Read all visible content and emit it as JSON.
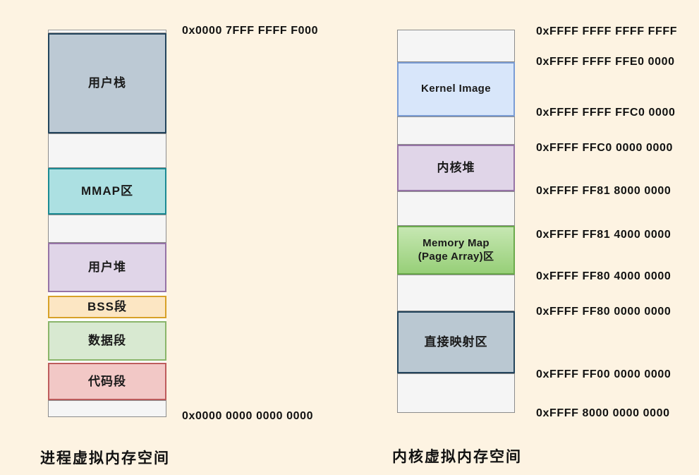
{
  "page": {
    "background_color": "#FDF3E2",
    "text_color": "#111111"
  },
  "process_space": {
    "caption": "进程虚拟内存空间",
    "top_address": "0x0000 7FFF FFFF F000",
    "bottom_address": "0x0000 0000 0000 0000",
    "segments": [
      {
        "name": "user-stack",
        "label": "用户栈",
        "fill": "#BCC9D4",
        "border": "#23445C"
      },
      {
        "name": "mmap-area",
        "label": "MMAP区",
        "fill": "#ACE0E2",
        "border": "#1B8A93"
      },
      {
        "name": "user-heap",
        "label": "用户堆",
        "fill": "#E0D5E8",
        "border": "#9673A6"
      },
      {
        "name": "bss-segment",
        "label": "BSS段",
        "fill": "#FCE6C3",
        "border": "#D7A128"
      },
      {
        "name": "data-segment",
        "label": "数据段",
        "fill": "#D8E9D1",
        "border": "#8AB56A"
      },
      {
        "name": "code-segment",
        "label": "代码段",
        "fill": "#F2C8C6",
        "border": "#BD5C5C"
      }
    ]
  },
  "kernel_space": {
    "caption": "内核虚拟内存空间",
    "segments": [
      {
        "name": "kernel-image",
        "label": "Kernel Image",
        "fill": "#D8E6FA",
        "border": "#7A9CD4"
      },
      {
        "name": "kernel-heap",
        "label": "内核堆",
        "fill": "#E0D5E8",
        "border": "#9673A6"
      },
      {
        "name": "memory-map-page-array",
        "label_line1": "Memory Map",
        "label_line2": "(Page Array)区",
        "fill_top": "#C6E7B2",
        "fill_bottom": "#97CF78",
        "border": "#6BAA4C"
      },
      {
        "name": "direct-mapping-area",
        "label": "直接映射区",
        "fill": "#BAC8D2",
        "border": "#23445C"
      }
    ],
    "addresses": [
      "0xFFFF FFFF FFFF FFFF",
      "0xFFFF FFFF FFE0 0000",
      "0xFFFF FFFF FFC0 0000",
      "0xFFFF FFC0 0000 0000",
      "0xFFFF FF81 8000 0000",
      "0xFFFF FF81 4000 0000",
      "0xFFFF FF80 4000 0000",
      "0xFFFF FF80 0000 0000",
      "0xFFFF FF00 0000 0000",
      "0xFFFF 8000 0000 0000"
    ]
  }
}
